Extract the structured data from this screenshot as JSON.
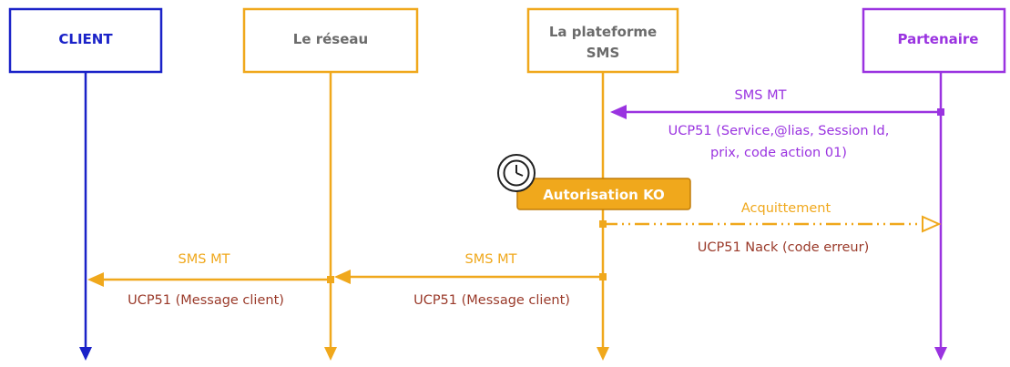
{
  "colors": {
    "client": "#1a22c8",
    "orange": "#f0a81c",
    "partner": "#9a33e0",
    "label_red": "#9a3a2a",
    "badge_fill": "#f0a81c",
    "white": "#ffffff"
  },
  "actors": {
    "client": {
      "label": "CLIENT"
    },
    "reseau": {
      "label": "Le réseau"
    },
    "plateforme": {
      "label_line1": "La plateforme",
      "label_line2": "SMS"
    },
    "partenaire": {
      "label": "Partenaire"
    }
  },
  "messages": {
    "m1": {
      "above": "SMS MT",
      "below_line1": "UCP51 (Service,@lias, Session Id,",
      "below_line2": "prix, code action 01)"
    },
    "m2": {
      "above": "Acquittement",
      "below": "UCP51 Nack (code erreur)"
    },
    "m3": {
      "above": "SMS MT",
      "below": "UCP51 (Message client)"
    },
    "m4": {
      "above": "SMS MT",
      "below": "UCP51 (Message client)"
    }
  },
  "event": {
    "label": "Autorisation KO",
    "icon": "clock-icon"
  }
}
